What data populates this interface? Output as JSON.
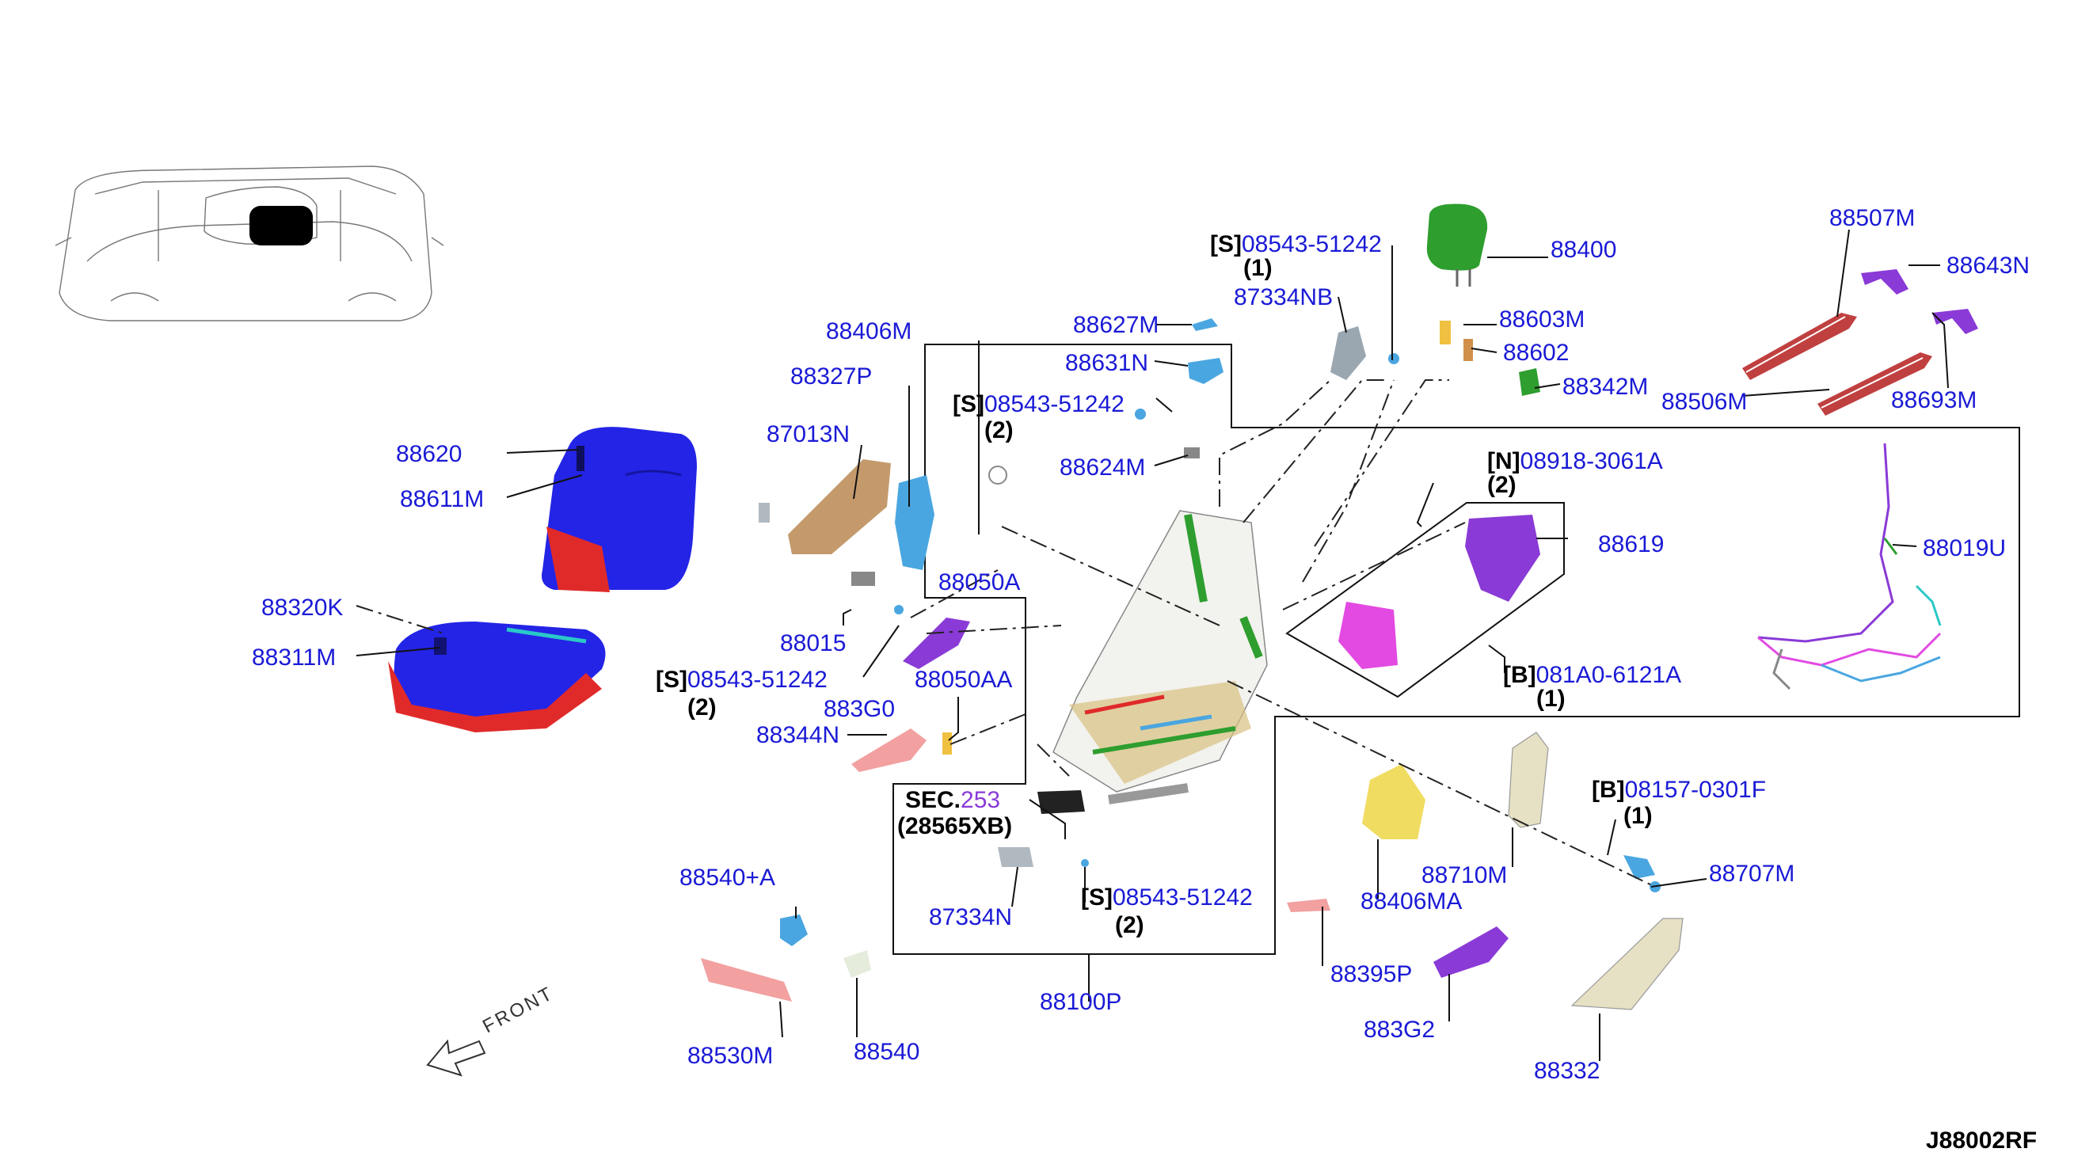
{
  "diagram_code": "J88002RF",
  "front_label": "FRONT",
  "section_ref": {
    "prefix": "SEC.",
    "number": "253",
    "sub": "(28565XB)"
  },
  "labels": {
    "l88620": "88620",
    "l88611M": "88611M",
    "l88320K": "88320K",
    "l88311M": "88311M",
    "l87013N": "87013N",
    "l88327P": "88327P",
    "l88406M": "88406M",
    "l88015": "88015",
    "l88050A": "88050A",
    "l88050AA": "88050AA",
    "l883G0": "883G0",
    "l88344N": "88344N",
    "l88627M": "88627M",
    "l88631N": "88631N",
    "l88624M": "88624M",
    "l87334NB": "87334NB",
    "l88400": "88400",
    "l88603M": "88603M",
    "l88602": "88602",
    "l88342M": "88342M",
    "l88507M": "88507M",
    "l88643N": "88643N",
    "l88506M": "88506M",
    "l88693M": "88693M",
    "l88619": "88619",
    "l88019U": "88019U",
    "l88710M": "88710M",
    "l88707M": "88707M",
    "l88406MA": "88406MA",
    "l88395P": "88395P",
    "l883G2": "883G2",
    "l88332": "88332",
    "l88100P": "88100P",
    "l87334N": "87334N",
    "l88540A": "88540+A",
    "l88540": "88540",
    "l88530M": "88530M"
  },
  "fasteners": {
    "s1": {
      "prefix": "[S]",
      "part": "08543-51242",
      "qty": "(1)"
    },
    "s2": {
      "prefix": "[S]",
      "part": "08543-51242",
      "qty": "(2)"
    },
    "s3": {
      "prefix": "[S]",
      "part": "08543-51242",
      "qty": "(2)"
    },
    "s4": {
      "prefix": "[S]",
      "part": "08543-51242",
      "qty": "(2)"
    },
    "n1": {
      "prefix": "[N]",
      "part": "08918-3061A",
      "qty": "(2)"
    },
    "b1": {
      "prefix": "[B]",
      "part": "081A0-6121A",
      "qty": "(1)"
    },
    "b2": {
      "prefix": "[B]",
      "part": "08157-0301F",
      "qty": "(1)"
    }
  },
  "colors": {
    "label": "#1a1ad6",
    "seat_blue": "#2424e6",
    "seat_red": "#e02a2a",
    "headrest_green": "#2e9e2e",
    "bolster_violet": "#8a3ad6",
    "magenta": "#e24ae2",
    "tan": "#c49a6c",
    "beige": "#e6e0c4",
    "pink": "#f2a0a0",
    "light_blue": "#4aa6e0"
  }
}
